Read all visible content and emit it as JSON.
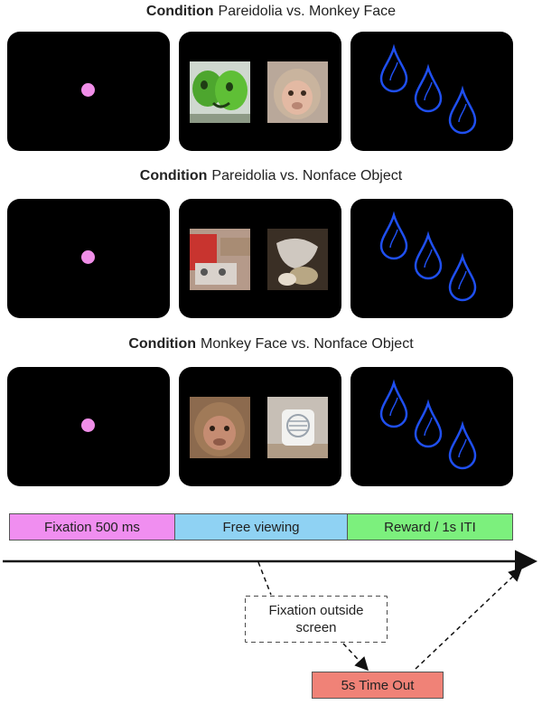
{
  "conditions": [
    {
      "label": "Condition",
      "title": "Pareidolia vs. Monkey Face"
    },
    {
      "label": "Condition",
      "title": "Pareidolia vs. Nonface Object"
    },
    {
      "label": "Condition",
      "title": "Monkey Face vs. Nonface Object"
    }
  ],
  "timeline": {
    "fixation": "Fixation 500 ms",
    "free_viewing": "Free viewing",
    "reward": "Reward / 1s ITI"
  },
  "fixation_outside": {
    "line1": "Fixation outside",
    "line2": "screen"
  },
  "timeout": "5s Time Out",
  "colors": {
    "screen": "#000000",
    "fixation_dot": "#f08ee8",
    "drop": "#1f4ff0",
    "fixation_segment": "#f08ef0",
    "free_viewing_segment": "#8fd2f3",
    "reward_segment": "#7cf07d",
    "timeout_box": "#f08277"
  }
}
